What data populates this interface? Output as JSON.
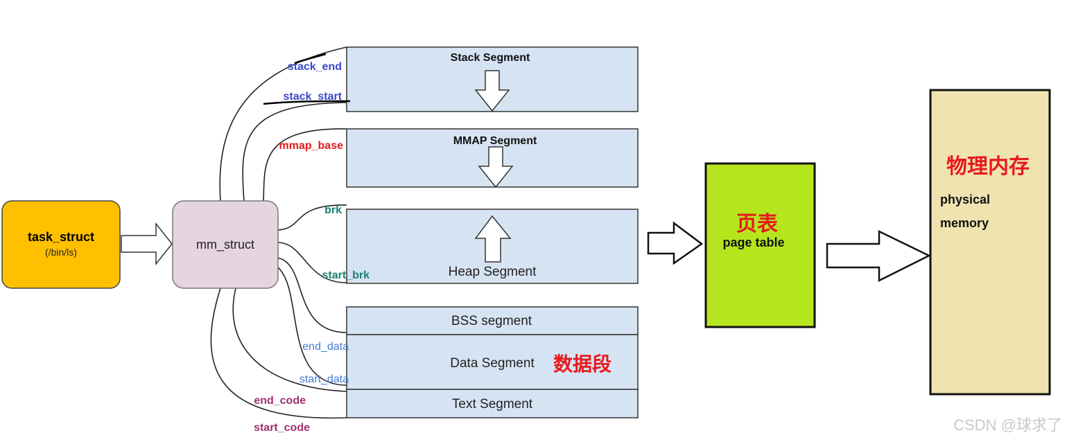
{
  "task_struct": {
    "title": "task_struct",
    "subtitle": "(/bin/ls)"
  },
  "mm_struct": {
    "label": "mm_struct"
  },
  "segments": {
    "stack": "Stack Segment",
    "mmap": "MMAP Segment",
    "heap": "Heap Segment",
    "bss": "BSS segment",
    "data": "Data Segment",
    "text": "Text Segment"
  },
  "data_segment_cn": "数据段",
  "pointers": {
    "stack_end": "stack_end",
    "stack_start": "stack_start",
    "mmap_base": "mmap_base",
    "brk": "brk",
    "start_brk": "start_brk",
    "end_data": "end_data",
    "start_data": "start_data",
    "end_code": "end_code",
    "start_code": "start_code"
  },
  "page_table": {
    "cn": "页表",
    "en": "page table"
  },
  "physical_memory": {
    "cn": "物理内存",
    "en_line1": "physical",
    "en_line2": "memory"
  },
  "watermark": "CSDN @球求了",
  "colors": {
    "task_struct_fill": "#FFC000",
    "mm_struct_fill": "#E6D5E1",
    "segment_fill": "#D6E3F3",
    "page_table_fill": "#B5E61D",
    "physical_memory_fill": "#EFE3B0",
    "cn_label": "#E8191C",
    "stack_label": "#3A48C9",
    "mmap_label": "#E8191C",
    "heap_label": "#1A8070",
    "data_label": "#3F7CD6",
    "code_label": "#9E2F6D"
  }
}
